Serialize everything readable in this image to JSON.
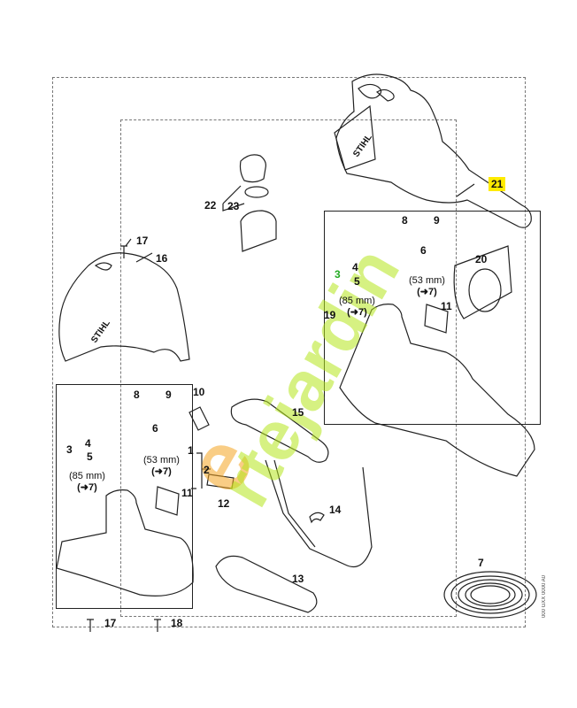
{
  "diagram": {
    "type": "exploded parts diagram",
    "brand_marking": "STIHL",
    "highlight_color": "#ffeb00",
    "highlighted_part": "21",
    "watermark": {
      "text_orange": "e",
      "text_green": "rtejardin",
      "colors": {
        "orange": "#f5a623",
        "green": "#b5e61d"
      }
    },
    "part_labels": {
      "p1": "1",
      "p2": "2",
      "p3a": "3",
      "p3b": "3",
      "p4a": "4",
      "p4b": "4",
      "p5a": "5",
      "p5b": "5",
      "p6a": "6",
      "p6b": "6",
      "p7": "7",
      "p8a": "8",
      "p8b": "8",
      "p9a": "9",
      "p9b": "9",
      "p10": "10",
      "p11a": "11",
      "p11b": "11",
      "p12": "12",
      "p13": "13",
      "p14": "14",
      "p15": "15",
      "p16": "16",
      "p17a": "17",
      "p17b": "17",
      "p18": "18",
      "p19": "19",
      "p20": "20",
      "p21": "21",
      "p22": "22",
      "p23": "23"
    },
    "dimension_notes": {
      "hose_53_top": "(53 mm)",
      "ref7_53_top": "(➜7)",
      "hose_85_top": "(85 mm)",
      "ref7_85_top": "(➜7)",
      "hose_53_bottom": "(53 mm)",
      "ref7_53_bottom": "(➜7)",
      "hose_85_bottom": "(85 mm)",
      "ref7_85_bottom": "(➜7)"
    },
    "drawing_code": "000 GXX 0000 A0"
  }
}
